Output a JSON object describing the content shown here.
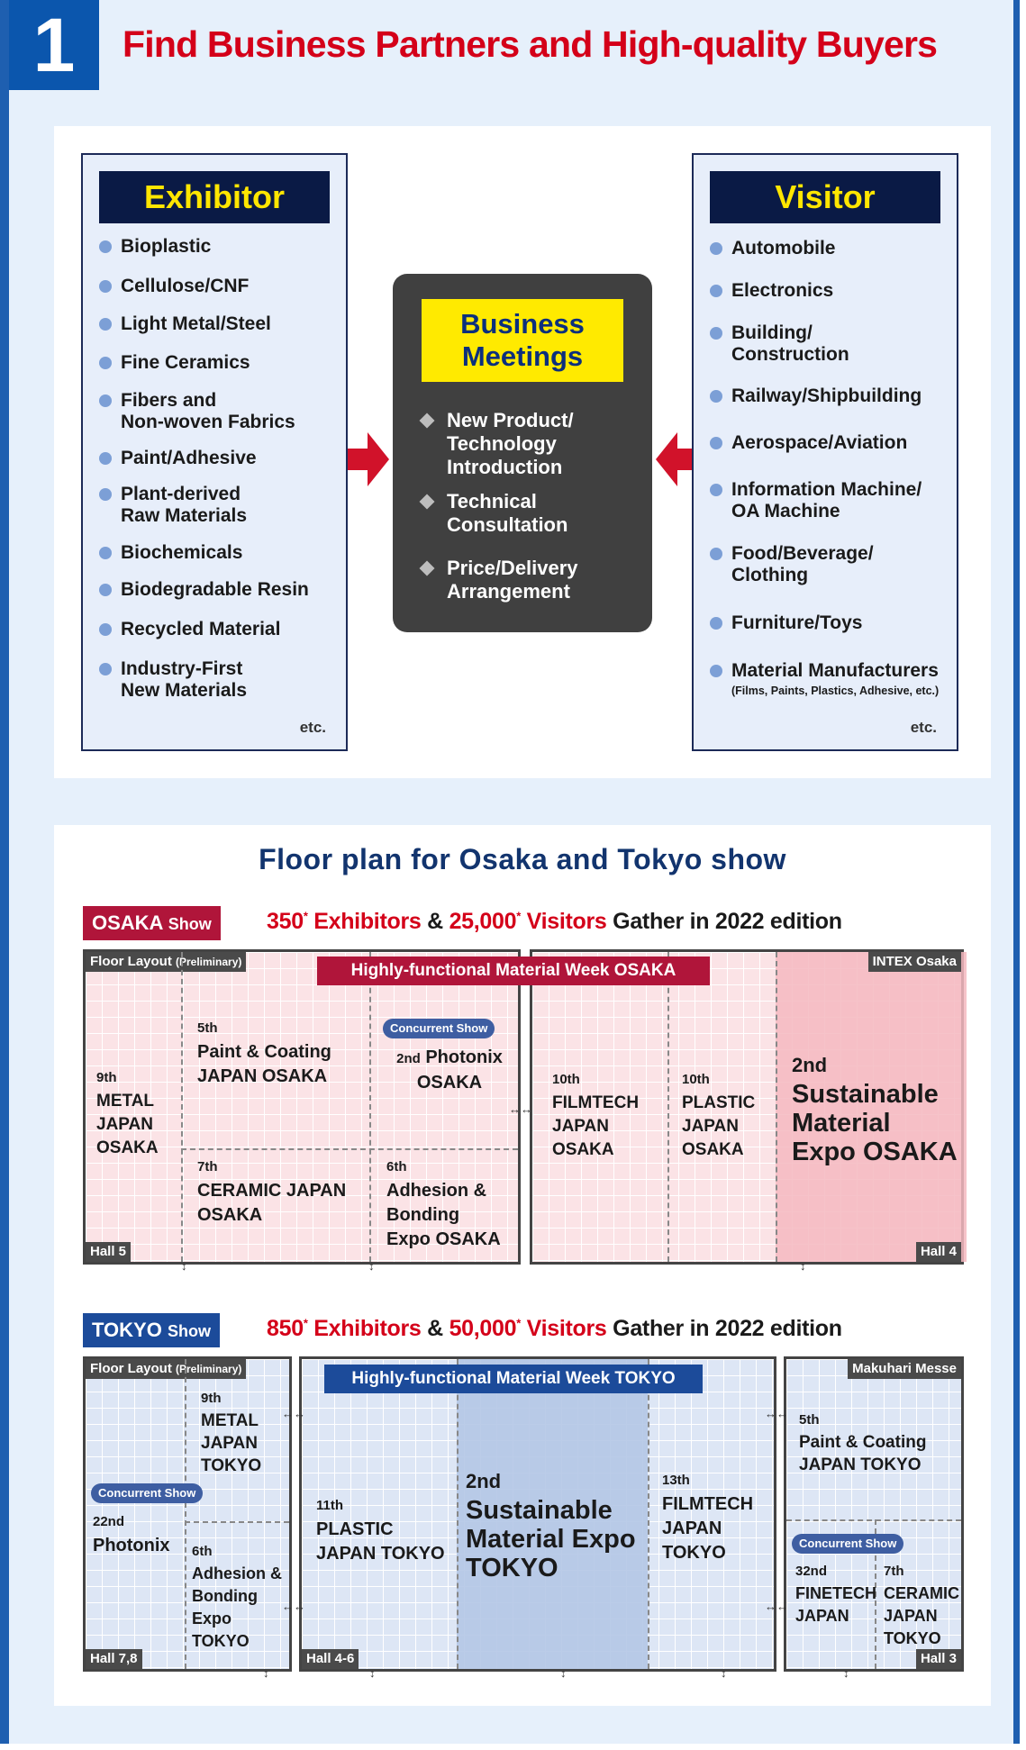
{
  "section": {
    "number": "1",
    "title": "Find Business Partners and High-quality Buyers"
  },
  "exhibitor": {
    "title": "Exhibitor",
    "items": [
      "Bioplastic",
      "Cellulose/CNF",
      "Light Metal/Steel",
      "Fine Ceramics",
      "Fibers and\nNon-woven Fabrics",
      "Paint/Adhesive",
      "Plant-derived\nRaw Materials",
      "Biochemicals",
      "Biodegradable Resin",
      "Recycled Material",
      "Industry-First\nNew Materials"
    ],
    "etc": "etc."
  },
  "visitor": {
    "title": "Visitor",
    "items": [
      "Automobile",
      "Electronics",
      "Building/\nConstruction",
      "Railway/Shipbuilding",
      "Aerospace/Aviation",
      "Information Machine/\nOA Machine",
      "Food/Beverage/\nClothing",
      "Furniture/Toys",
      "Material Manufacturers"
    ],
    "material_note": "(Films, Paints,  Plastics, Adhesive, etc.)",
    "etc": "etc."
  },
  "meetings": {
    "title": "Business\nMeetings",
    "items": [
      "New Product/\nTechnology\nIntroduction",
      "Technical\nConsultation",
      "Price/Delivery\nArrangement"
    ]
  },
  "floorplan_title": "Floor plan for Osaka and Tokyo show",
  "osaka": {
    "tag": "OSAKA",
    "tag_suffix": "Show",
    "exhibitors": "350",
    "exhibitors_label": "Exhibitors",
    "visitors": "25,000",
    "visitors_label": "Visitors",
    "star": "*",
    "amp": "&",
    "gather": "Gather in 2022 edition",
    "layout_label": "Floor Layout",
    "prelim": "(Preliminary)",
    "venue": "INTEX Osaka",
    "banner": "Highly-functional Material Week OSAKA",
    "hall_left": "Hall 5",
    "hall_right": "Hall 4",
    "concurrent": "Concurrent Show",
    "booths": {
      "metal": {
        "ord": "9th",
        "name": "METAL\nJAPAN\nOSAKA"
      },
      "paint": {
        "ord": "5th",
        "name": "Paint & Coating\nJAPAN OSAKA"
      },
      "photonix": {
        "ord": "2nd",
        "name": "Photonix\nOSAKA"
      },
      "ceramic": {
        "ord": "7th",
        "name": "CERAMIC JAPAN\nOSAKA"
      },
      "adhesion": {
        "ord": "6th",
        "name": "Adhesion &\nBonding\nExpo OSAKA"
      },
      "filmtech": {
        "ord": "10th",
        "name": "FILMTECH\nJAPAN\nOSAKA"
      },
      "plastic": {
        "ord": "10th",
        "name": "PLASTIC\nJAPAN\nOSAKA"
      },
      "sustainable": {
        "ord": "2nd",
        "name": "Sustainable\nMaterial\nExpo OSAKA"
      }
    }
  },
  "tokyo": {
    "tag": "TOKYO",
    "tag_suffix": "Show",
    "exhibitors": "850",
    "exhibitors_label": "Exhibitors",
    "visitors": "50,000",
    "visitors_label": "Visitors",
    "star": "*",
    "amp": "&",
    "gather": "Gather in 2022 edition",
    "layout_label": "Floor Layout",
    "prelim": "(Preliminary)",
    "venue": "Makuhari Messe",
    "banner": "Highly-functional Material Week TOKYO",
    "hall_a": "Hall 7,8",
    "hall_b": "Hall 4-6",
    "hall_c": "Hall 3",
    "concurrent": "Concurrent Show",
    "booths": {
      "photonix": {
        "ord": "22nd",
        "name": "Photonix"
      },
      "metal": {
        "ord": "9th",
        "name": "METAL\nJAPAN\nTOKYO"
      },
      "adhesion": {
        "ord": "6th",
        "name": "Adhesion &\nBonding\nExpo TOKYO"
      },
      "plastic": {
        "ord": "11th",
        "name": "PLASTIC\nJAPAN TOKYO"
      },
      "sustainable": {
        "ord": "2nd",
        "name": "Sustainable\nMaterial Expo\nTOKYO"
      },
      "filmtech": {
        "ord": "13th",
        "name": "FILMTECH\nJAPAN\nTOKYO"
      },
      "paint": {
        "ord": "5th",
        "name": "Paint & Coating\nJAPAN TOKYO"
      },
      "finetech": {
        "ord": "32nd",
        "name": "FINETECH\nJAPAN"
      },
      "ceramic": {
        "ord": "7th",
        "name": "CERAMIC\nJAPAN\nTOKYO"
      }
    }
  },
  "colors": {
    "brand_blue": "#0b56ad",
    "headline_red": "#d40019",
    "navy": "#0a1a45",
    "yellow": "#ffe600",
    "osaka_banner": "#b0153a",
    "tokyo_banner": "#1c4b9a"
  }
}
